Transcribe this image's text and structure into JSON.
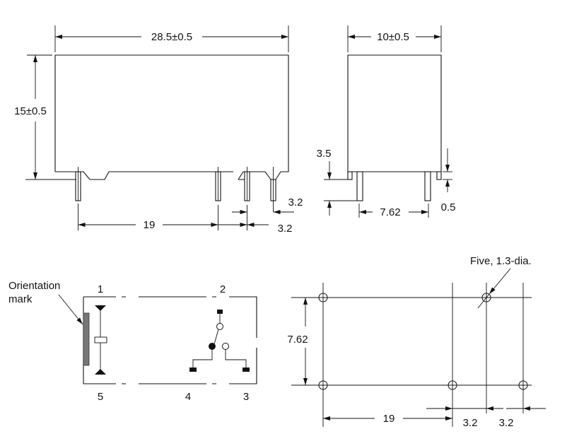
{
  "top_view": {
    "width_dim": "28.5±0.5",
    "height_dim": "15±0.5",
    "pin_pitch_19": "19",
    "pin_pitch_a": "3.2",
    "pin_pitch_b": "3.2"
  },
  "side_view": {
    "width_dim": "10±0.5",
    "pin_length": "3.5",
    "pin_spacing": "7.62",
    "standoff": "0.5"
  },
  "schematic": {
    "orientation_label_line1": "Orientation",
    "orientation_label_line2": "mark",
    "pins": [
      "1",
      "2",
      "5",
      "4",
      "3"
    ],
    "orientation_mark_color": "#777777"
  },
  "pcb_layout": {
    "hole_note": "Five, 1.3-dia.",
    "row_spacing": "7.62",
    "pitch_19": "19",
    "pitch_a": "3.2",
    "pitch_b": "3.2"
  }
}
